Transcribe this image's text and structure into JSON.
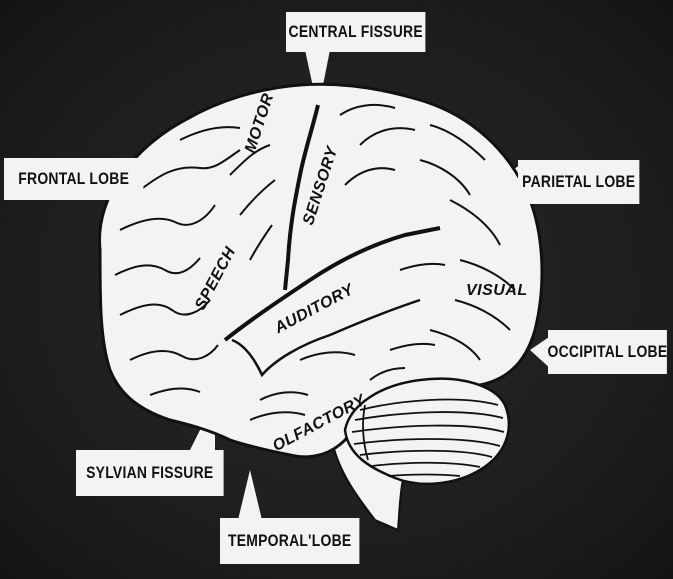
{
  "labels": {
    "central_fissure": "CENTRAL FISSURE",
    "frontal_lobe": "FRONTAL LOBE",
    "parietal_lobe": "PARIETAL LOBE",
    "occipital_lobe": "OCCIPITAL LOBE",
    "sylvian_fissure": "SYLVIAN FISSURE",
    "temporal_lobe": "TEMPORAL'LOBE"
  },
  "regions": {
    "motor": "MOTOR",
    "sensory": "SENSORY",
    "speech": "SPEECH",
    "auditory": "AUDITORY",
    "visual": "VISUAL",
    "olfactory": "OLFACTORY"
  }
}
